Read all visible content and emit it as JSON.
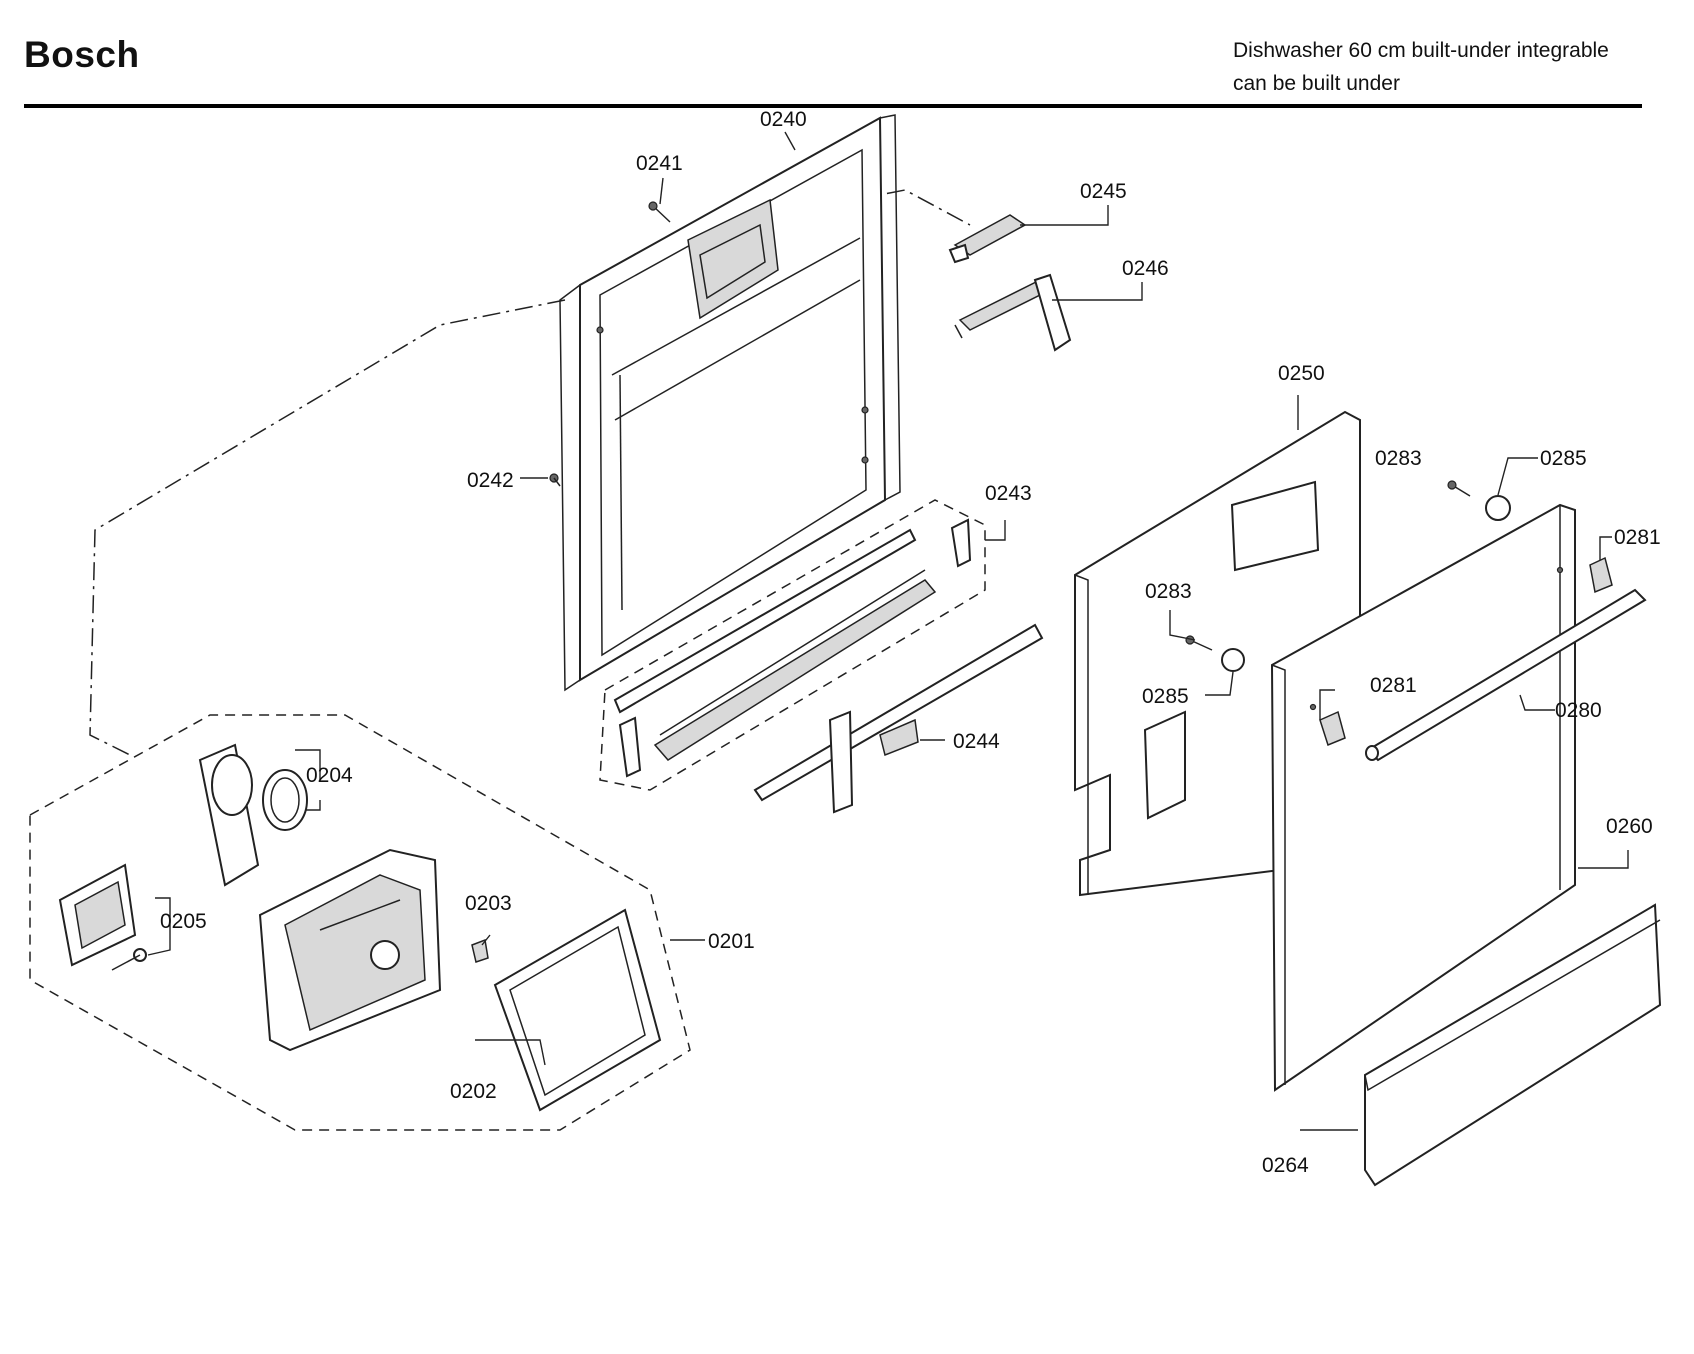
{
  "header": {
    "brand": "Bosch",
    "subtitle_line1": "Dishwasher 60 cm built-under integrable",
    "subtitle_line2": "can be built under"
  },
  "labels": {
    "p0201": "0201",
    "p0202": "0202",
    "p0203": "0203",
    "p0204": "0204",
    "p0205": "0205",
    "p0240": "0240",
    "p0241": "0241",
    "p0242": "0242",
    "p0243": "0243",
    "p0244": "0244",
    "p0245": "0245",
    "p0246": "0246",
    "p0250": "0250",
    "p0260": "0260",
    "p0264": "0264",
    "p0280": "0280",
    "p0281a": "0281",
    "p0281b": "0281",
    "p0283a": "0283",
    "p0283b": "0283",
    "p0285a": "0285",
    "p0285b": "0285"
  }
}
